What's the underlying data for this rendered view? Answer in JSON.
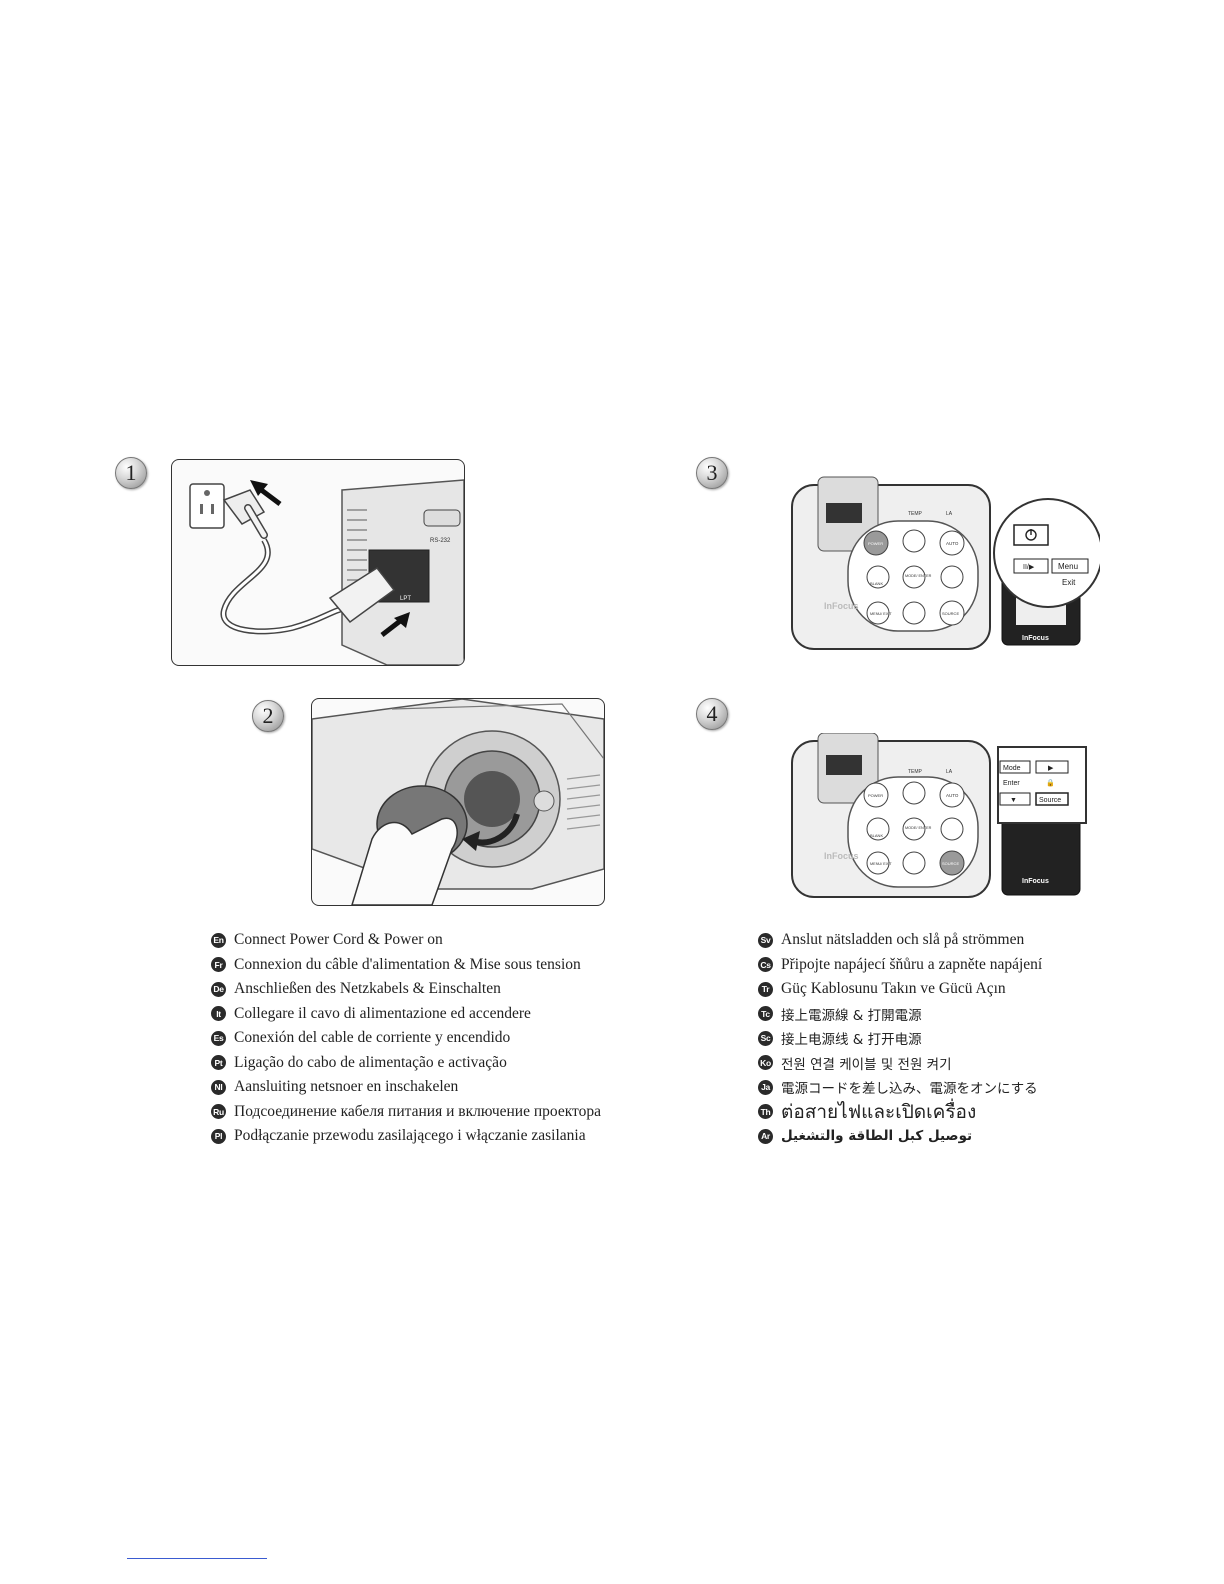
{
  "steps": [
    {
      "number": "1"
    },
    {
      "number": "2"
    },
    {
      "number": "3"
    },
    {
      "number": "4"
    }
  ],
  "figure1": {
    "port_label": "RS-232",
    "socket_label": "LPT"
  },
  "remote": {
    "brand": "InFocus",
    "temp_label": "TEMP",
    "lamp_label": "LA",
    "buttons": {
      "power": "POWER",
      "auto": "AUTO",
      "blank": "BLANK",
      "mode_enter": "MODE/ ENTER",
      "menu_exit": "MENU/ EXIT",
      "source": "SOURCE"
    }
  },
  "zoom3": {
    "pause_play": "II/▶",
    "menu": "Menu",
    "exit": "Exit"
  },
  "zoom4": {
    "mode": "Mode",
    "enter": "Enter",
    "play": "▶",
    "lock": "🔒",
    "down": "▼",
    "source": "Source"
  },
  "left_languages": [
    {
      "code": "En",
      "text": "Connect Power Cord & Power on"
    },
    {
      "code": "Fr",
      "text": "Connexion du câble d'alimentation & Mise sous tension"
    },
    {
      "code": "De",
      "text": "Anschließen des Netzkabels & Einschalten"
    },
    {
      "code": "It",
      "text": "Collegare il cavo di alimentazione ed accendere"
    },
    {
      "code": "Es",
      "text": "Conexión del cable de corriente y encendido"
    },
    {
      "code": "Pt",
      "text": "Ligação do cabo de alimentação e activação"
    },
    {
      "code": "Nl",
      "text": "Aansluiting netsnoer en inschakelen"
    },
    {
      "code": "Ru",
      "text": "Подсоединение кабеля питания и включение проектора"
    },
    {
      "code": "Pl",
      "text": "Podłączanie przewodu zasilającego i włączanie zasilania"
    }
  ],
  "right_languages": [
    {
      "code": "Sv",
      "text": "Anslut nätsladden och slå på strömmen"
    },
    {
      "code": "Cs",
      "text": "Připojte napájecí šňůru a zapněte napájení"
    },
    {
      "code": "Tr",
      "text": "Güç Kablosunu Takın ve Gücü Açın"
    },
    {
      "code": "Tc",
      "text": "接上電源線 & 打開電源"
    },
    {
      "code": "Sc",
      "text": "接上电源线 & 打开电源"
    },
    {
      "code": "Ko",
      "text": "전원 연결 케이블 및 전원 켜기"
    },
    {
      "code": "Ja",
      "text": "電源コードを差し込み、電源をオンにする"
    },
    {
      "code": "Th",
      "text": "ต่อสายไฟและเปิดเครื่อง"
    },
    {
      "code": "Ar",
      "text": "توصيل كبل الطاقة والتشغيل"
    }
  ]
}
